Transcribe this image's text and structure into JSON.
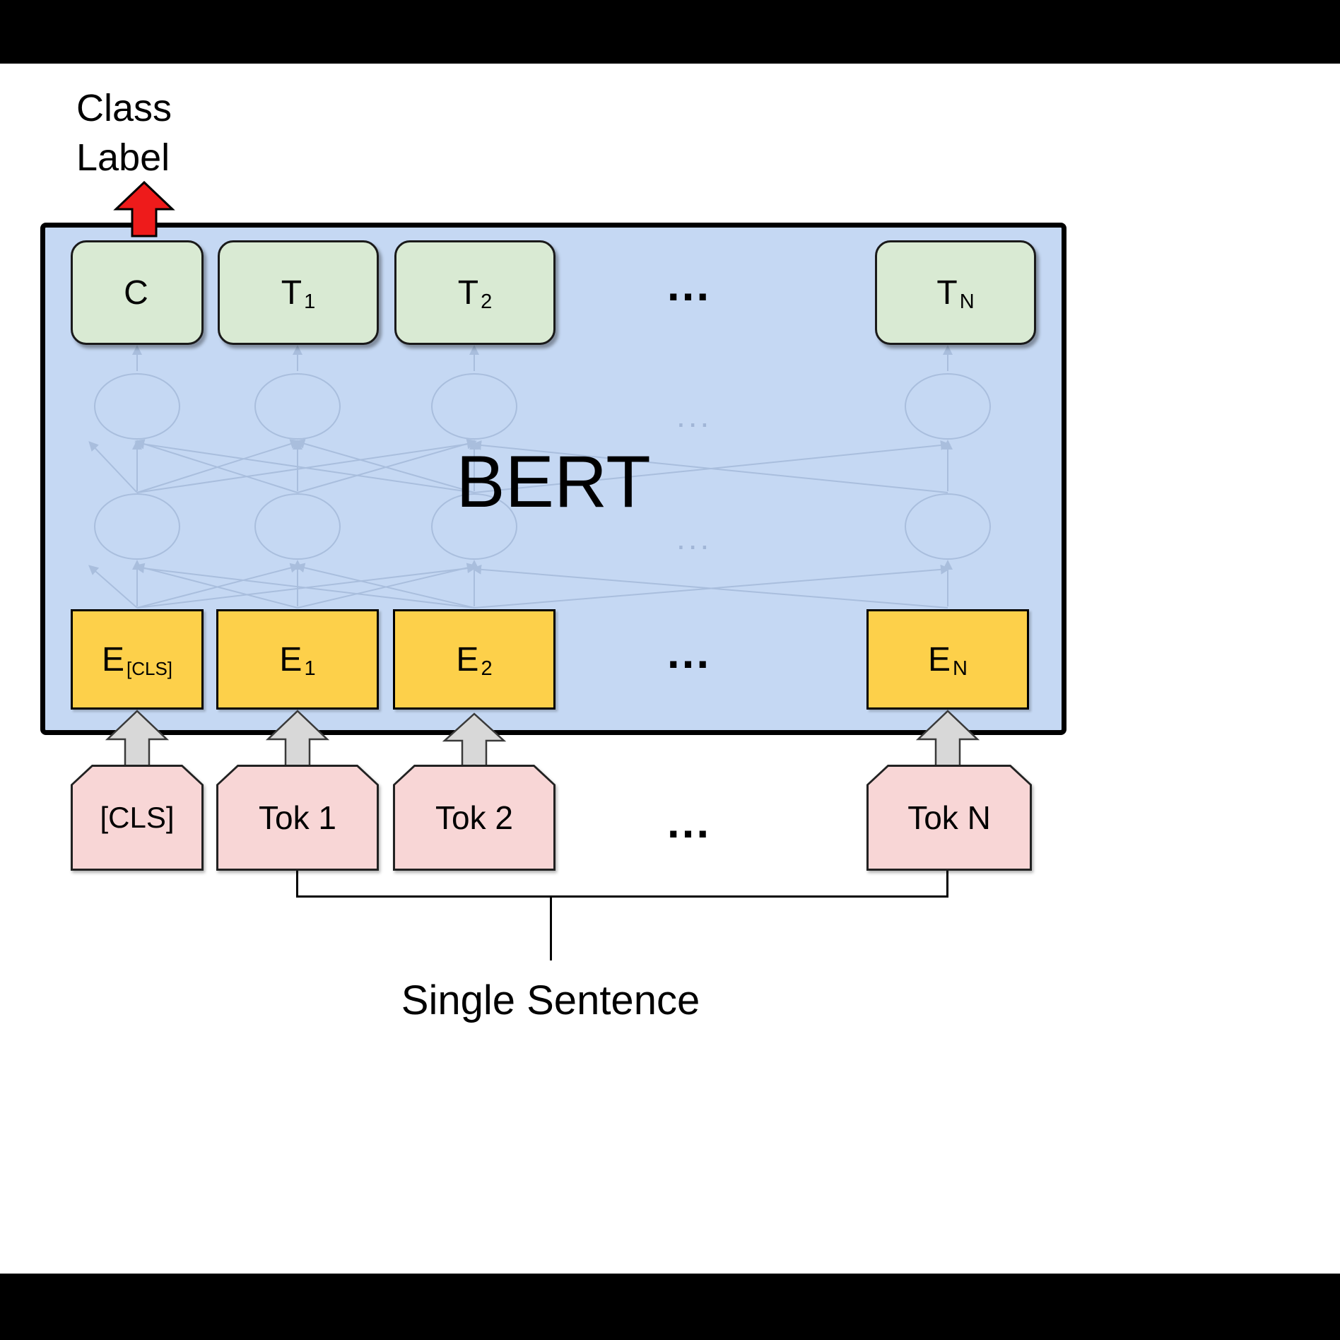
{
  "labels": {
    "class_line1": "Class",
    "class_line2": "Label",
    "bert": "BERT",
    "single_sentence": "Single Sentence",
    "ellipsis": "...",
    "nn_ellipsis": "..."
  },
  "outputs": [
    {
      "main": "C",
      "sub": ""
    },
    {
      "main": "T",
      "sub": "1"
    },
    {
      "main": "T",
      "sub": "2"
    },
    {
      "main": "T",
      "sub": "N"
    }
  ],
  "embeddings": [
    {
      "main": "E",
      "sub": "[CLS]"
    },
    {
      "main": "E",
      "sub": "1"
    },
    {
      "main": "E",
      "sub": "2"
    },
    {
      "main": "E",
      "sub": "N"
    }
  ],
  "tokens": [
    {
      "label": "[CLS]"
    },
    {
      "label": "Tok 1"
    },
    {
      "label": "Tok 2"
    },
    {
      "label": "Tok N"
    }
  ],
  "colors": {
    "bert_box_fill": "#c5d8f3",
    "output_box_fill": "#d9ead3",
    "embedding_box_fill": "#fdd04a",
    "token_box_fill": "#f8d6d6",
    "class_arrow_fill": "#ee1b1b",
    "input_arrow_fill": "#d8d8d8",
    "nn_line_color": "#93a9cc"
  }
}
